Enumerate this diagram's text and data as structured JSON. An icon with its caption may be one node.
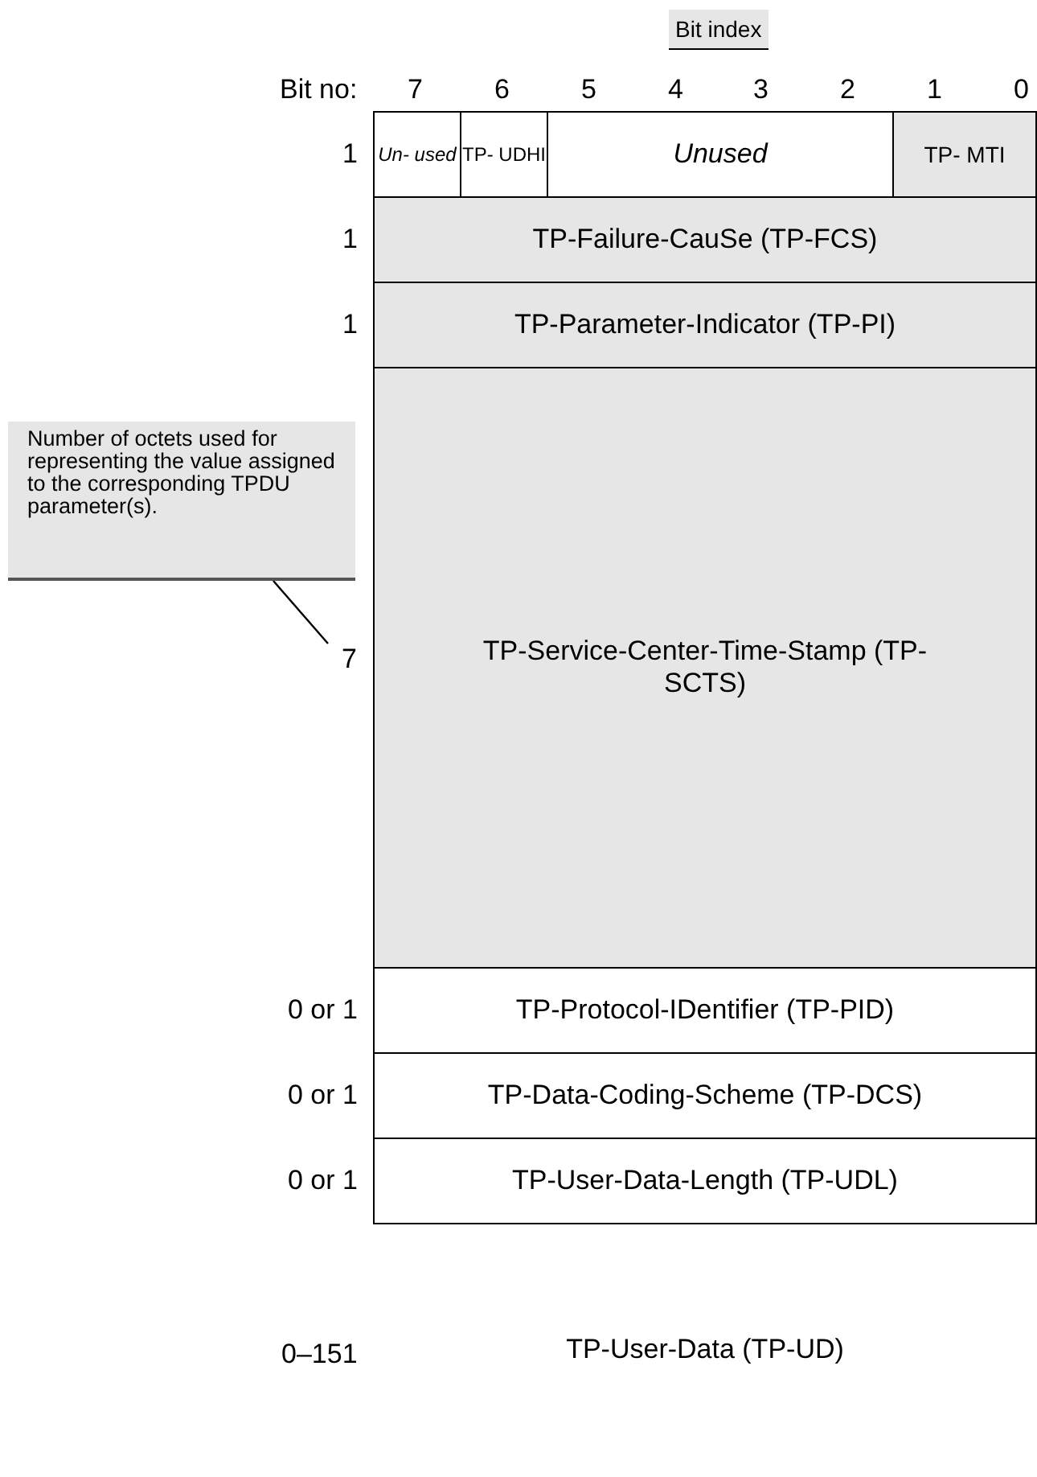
{
  "diagram": {
    "nodes": [
      {
        "text": [
          "Un- used"
        ]
      },
      {
        "text": [
          "TP- UDHI"
        ]
      },
      {
        "text": [
          "Unused"
        ]
      },
      {
        "text": [
          "TP- MTI"
        ]
      },
      {
        "text": [
          "TP-Failure-CauSe (TP-FCS)"
        ]
      },
      {
        "text": [
          "TP-Parameter-Indicator (TP-PI)"
        ]
      },
      {
        "text": [
          "TP-Service-Center-Time-Stamp (TP-SCTS)"
        ]
      },
      {
        "text": [
          "TP-Protocol-IDentifier (TP-PID)"
        ]
      },
      {
        "text": [
          "TP-Data-Coding-Scheme (TP-DCS)"
        ]
      },
      {
        "text": [
          "TP-User-Data-Length (TP-UDL)"
        ]
      },
      {
        "text": [
          "TP-User-Data (TP-UD)"
        ]
      },
      {
        "text": [
          "Number of octets used for representing the value assigned to the corresponding TPDU parameter(s)."
        ]
      },
      {
        "text": [
          "7"
        ]
      }
    ],
    "edges": [
      {
        "from": 11,
        "to": 12,
        "arrow": "none"
      }
    ],
    "labels": [
      "Bit index",
      "Bit no:",
      "7",
      "6",
      "5",
      "4",
      "3",
      "2",
      "1",
      "0",
      "1",
      "1",
      "1",
      "0 or 1",
      "0 or 1",
      "0 or 1",
      "0–151"
    ]
  }
}
